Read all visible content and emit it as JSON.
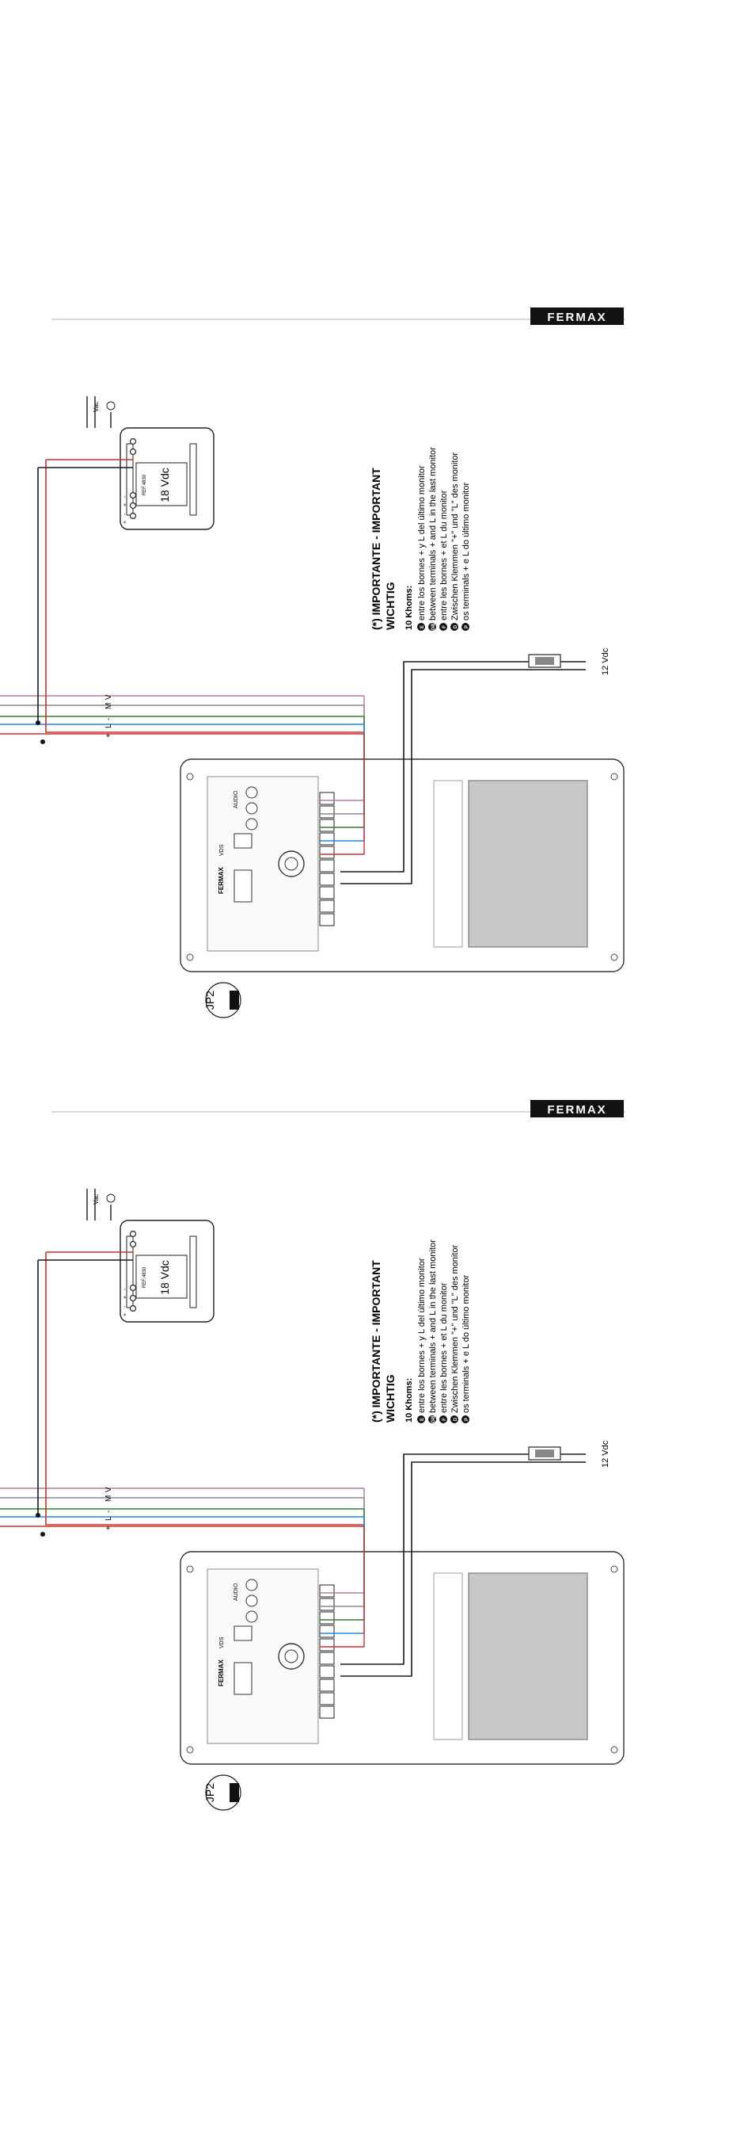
{
  "brand": "FERMAX",
  "psu": {
    "voltage": "18 Vdc",
    "model_label": "REF.4830",
    "terminal_vac": "Vac",
    "terminal_marks": [
      "-",
      "+",
      "-",
      "+"
    ]
  },
  "bus": {
    "labels": [
      "V",
      "M",
      "-",
      "L",
      "+"
    ]
  },
  "lock": {
    "voltage": "12 Vdc"
  },
  "jumper": {
    "label": "JP2"
  },
  "note": {
    "title_line1": "(*) IMPORTANTE  - IMPORTANT",
    "title_line2": "WICHTIG",
    "subtitle": "10 Khoms:",
    "lines": [
      {
        "lang": "E",
        "text": "entre los bornes + y L del último monitor"
      },
      {
        "lang": "GB",
        "text": "between terminals + and L in the last monitor"
      },
      {
        "lang": "F",
        "text": "entre les bornes + et L du monitor"
      },
      {
        "lang": "D",
        "text": "Zwischen Klemmen \"+\" und \"L\" des monitor"
      },
      {
        "lang": "P",
        "text": "os terminals + e L do último monitor"
      }
    ]
  },
  "monitor": {
    "board_brand": "FERMAX",
    "board_model": "VDS",
    "audio_label": "AUDIO"
  },
  "colors": {
    "wire_black": "#1a1a1a",
    "wire_red": "#d32f2f",
    "wire_green": "#2e7d32",
    "wire_blue": "#1e88e5",
    "wire_grey": "#888888",
    "wire_pink": "#b07aa0",
    "screen": "#c8c8c8",
    "brand_bg": "#111111"
  }
}
